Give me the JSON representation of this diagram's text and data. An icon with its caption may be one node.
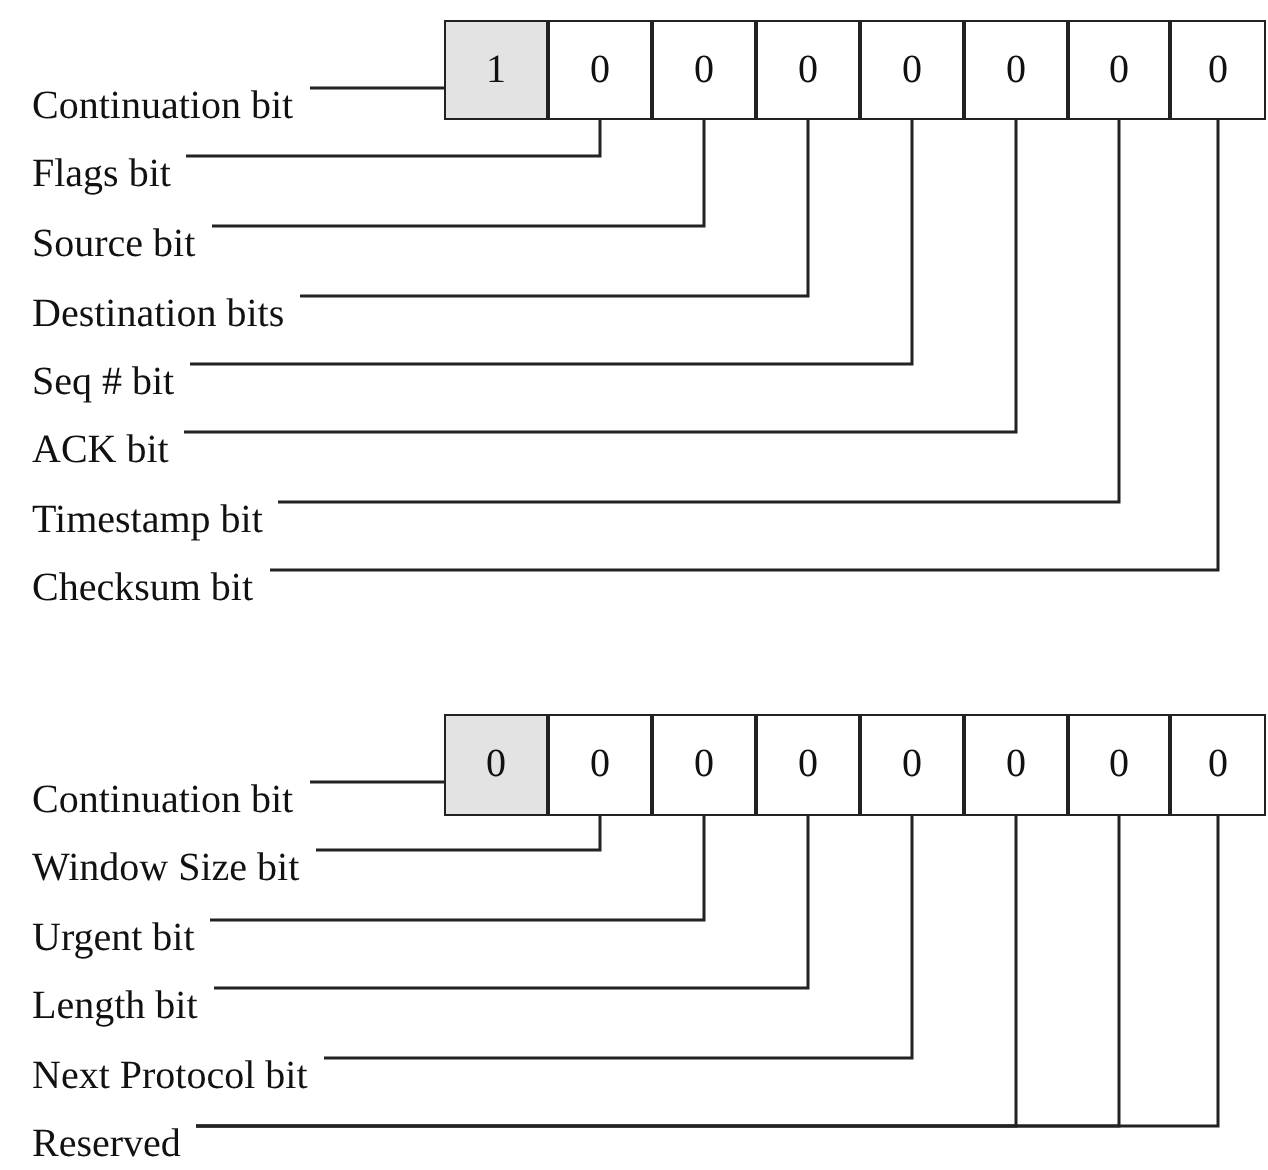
{
  "diagram": {
    "nodes": [
      {
        "text": [
          "1"
        ]
      },
      {
        "text": [
          "0"
        ]
      },
      {
        "text": [
          "0"
        ]
      },
      {
        "text": [
          "0"
        ]
      },
      {
        "text": [
          "0"
        ]
      },
      {
        "text": [
          "0"
        ]
      },
      {
        "text": [
          "0"
        ]
      },
      {
        "text": [
          "0"
        ]
      },
      {
        "text": [
          "Continuation bit"
        ]
      },
      {
        "text": [
          "Flags bit"
        ]
      },
      {
        "text": [
          "Source bit"
        ]
      },
      {
        "text": [
          "Destination bits"
        ]
      },
      {
        "text": [
          "Seq # bit"
        ]
      },
      {
        "text": [
          "ACK bit"
        ]
      },
      {
        "text": [
          "Timestamp bit"
        ]
      },
      {
        "text": [
          "Checksum bit"
        ]
      },
      {
        "text": [
          "0"
        ]
      },
      {
        "text": [
          "0"
        ]
      },
      {
        "text": [
          "0"
        ]
      },
      {
        "text": [
          "0"
        ]
      },
      {
        "text": [
          "0"
        ]
      },
      {
        "text": [
          "0"
        ]
      },
      {
        "text": [
          "0"
        ]
      },
      {
        "text": [
          "0"
        ]
      },
      {
        "text": [
          "Continuation bit"
        ]
      },
      {
        "text": [
          "Window Size bit"
        ]
      },
      {
        "text": [
          "Urgent bit"
        ]
      },
      {
        "text": [
          "Length bit"
        ]
      },
      {
        "text": [
          "Next Protocol bit"
        ]
      },
      {
        "text": [
          "Reserved"
        ]
      }
    ],
    "edges": [
      {
        "from": 8,
        "to": 0,
        "arrow": "none"
      },
      {
        "from": 9,
        "to": 1,
        "arrow": "none"
      },
      {
        "from": 10,
        "to": 2,
        "arrow": "none"
      },
      {
        "from": 11,
        "to": 3,
        "arrow": "none"
      },
      {
        "from": 12,
        "to": 4,
        "arrow": "none"
      },
      {
        "from": 13,
        "to": 5,
        "arrow": "none"
      },
      {
        "from": 14,
        "to": 6,
        "arrow": "none"
      },
      {
        "from": 15,
        "to": 7,
        "arrow": "none"
      },
      {
        "from": 24,
        "to": 16,
        "arrow": "none"
      },
      {
        "from": 25,
        "to": 17,
        "arrow": "none"
      },
      {
        "from": 26,
        "to": 18,
        "arrow": "none"
      },
      {
        "from": 27,
        "to": 19,
        "arrow": "none"
      },
      {
        "from": 28,
        "to": 20,
        "arrow": "none"
      },
      {
        "from": 29,
        "to": 21,
        "arrow": "none"
      },
      {
        "from": 29,
        "to": 22,
        "arrow": "none"
      },
      {
        "from": 29,
        "to": 23,
        "arrow": "none"
      }
    ]
  }
}
